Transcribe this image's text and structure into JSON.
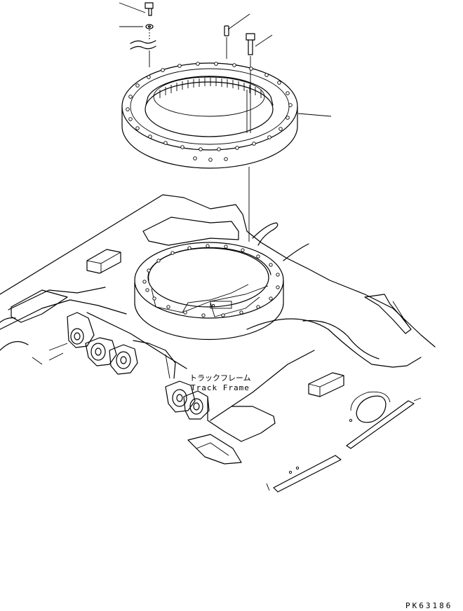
{
  "labels": {
    "frame_jp": "トラックフレーム",
    "frame_en": "Track Frame"
  },
  "doc_id": "PK63186"
}
